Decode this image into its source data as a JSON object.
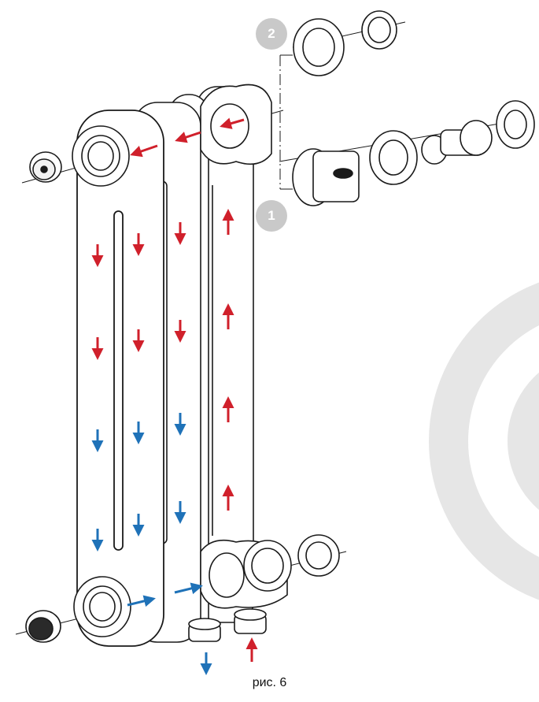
{
  "badges": {
    "connection_2": "2",
    "connection_1": "1"
  },
  "caption": "рис. 6",
  "colors": {
    "hot_flow": "#d0202b",
    "cold_flow": "#1f72b8",
    "outline": "#1a1a1a",
    "badge": "#c9c9c9",
    "watermark": "#e6e6e6"
  },
  "icons": [
    "down-arrow-icon",
    "up-arrow-icon",
    "flow-arrow-icon"
  ]
}
